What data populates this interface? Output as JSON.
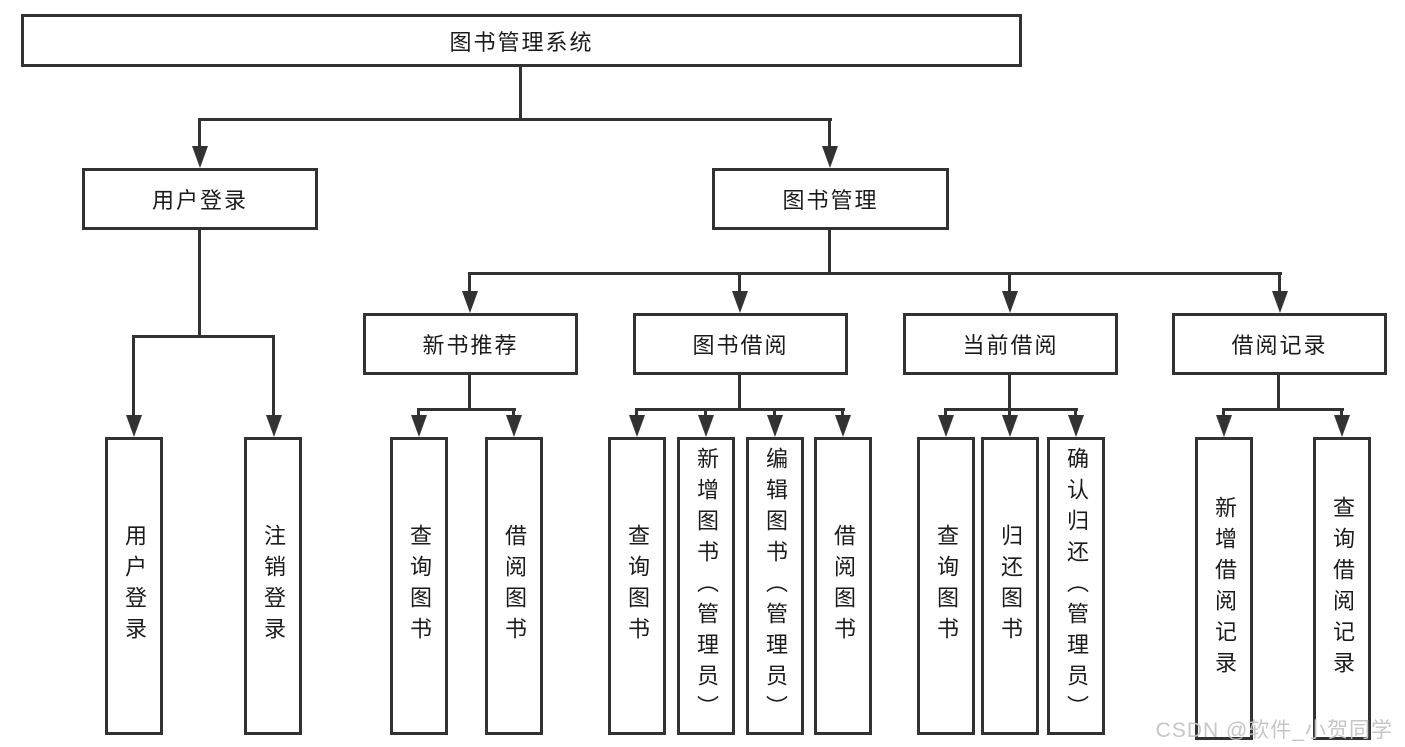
{
  "tree": {
    "root": "图书管理系统",
    "branches": [
      {
        "label": "用户登录",
        "leaves": [
          "用户登录",
          "注销登录"
        ]
      },
      {
        "label": "图书管理",
        "groups": [
          {
            "label": "新书推荐",
            "leaves": [
              "查询图书",
              "借阅图书"
            ]
          },
          {
            "label": "图书借阅",
            "leaves": [
              "查询图书",
              "新增图书（管理员）",
              "编辑图书（管理员）",
              "借阅图书"
            ]
          },
          {
            "label": "当前借阅",
            "leaves": [
              "查询图书",
              "归还图书",
              "确认归还（管理员）"
            ]
          },
          {
            "label": "借阅记录",
            "leaves": [
              "新增借阅记录",
              "查询借阅记录"
            ]
          }
        ]
      }
    ]
  },
  "watermark": "CSDN @软件_小贺同学",
  "colors": {
    "line": "#323232",
    "text": "#1b1b1b",
    "watermark": "#c3c3c3",
    "background": "#ffffff"
  }
}
